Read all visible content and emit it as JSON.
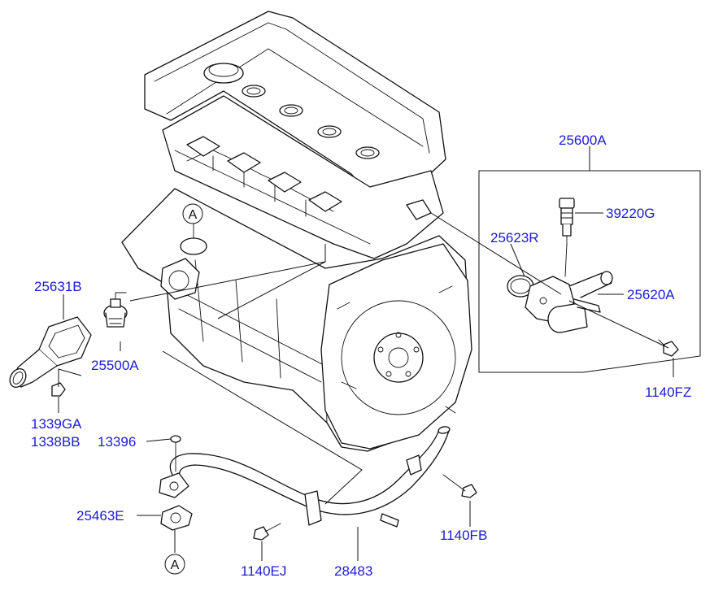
{
  "diagram": {
    "labels": {
      "p25600A": "25600A",
      "p39220G": "39220G",
      "p25623R": "25623R",
      "p25620A": "25620A",
      "p1140FZ": "1140FZ",
      "p25631B": "25631B",
      "p25500A": "25500A",
      "p1339GA": "1339GA",
      "p1338BB": "1338BB",
      "p13396": "13396",
      "p25463E": "25463E",
      "p1140FB": "1140FB",
      "p1140EJ": "1140EJ",
      "p28483": "28483"
    },
    "markers": {
      "a1": "A",
      "a2": "A"
    },
    "label_color": "#1b1bd6"
  }
}
